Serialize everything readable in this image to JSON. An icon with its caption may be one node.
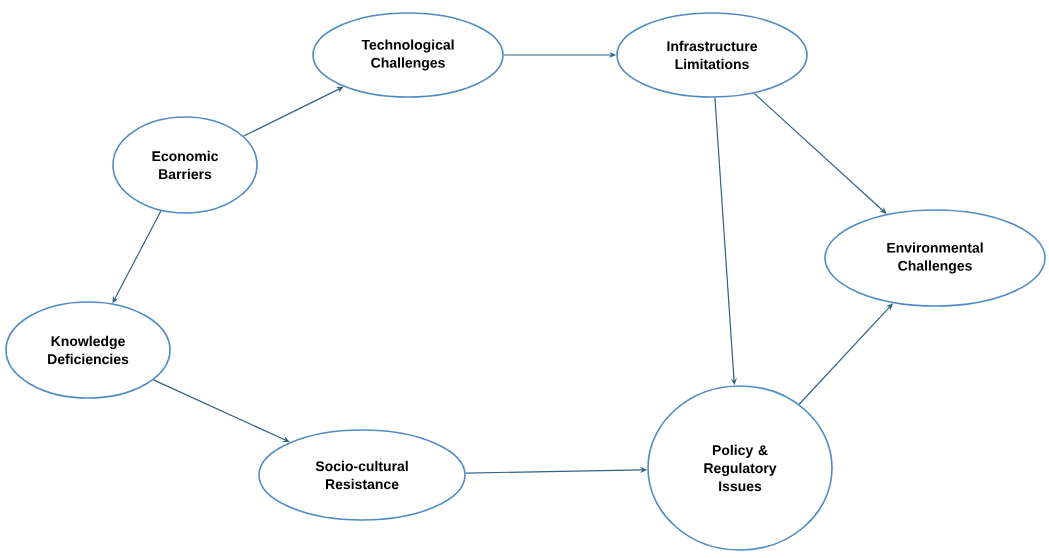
{
  "diagram": {
    "nodes": [
      {
        "text": [
          "Economic Barriers"
        ]
      },
      {
        "text": [
          "Technological Challenges"
        ]
      },
      {
        "text": [
          "Infrastructure Limitations"
        ]
      },
      {
        "text": [
          "Environmental Challenges"
        ]
      },
      {
        "text": [
          "Knowledge Deficiencies"
        ]
      },
      {
        "text": [
          "Socio-cultural Resistance"
        ]
      },
      {
        "text": [
          "Policy & Regulatory Issues"
        ]
      }
    ],
    "edges": [
      {
        "from": 0,
        "to": 1,
        "arrow": "to"
      },
      {
        "from": 1,
        "to": 2,
        "arrow": "to"
      },
      {
        "from": 2,
        "to": 3,
        "arrow": "to"
      },
      {
        "from": 2,
        "to": 6,
        "arrow": "to"
      },
      {
        "from": 0,
        "to": 4,
        "arrow": "to"
      },
      {
        "from": 4,
        "to": 5,
        "arrow": "to"
      },
      {
        "from": 5,
        "to": 6,
        "arrow": "to"
      },
      {
        "from": 6,
        "to": 3,
        "arrow": "to"
      }
    ]
  }
}
